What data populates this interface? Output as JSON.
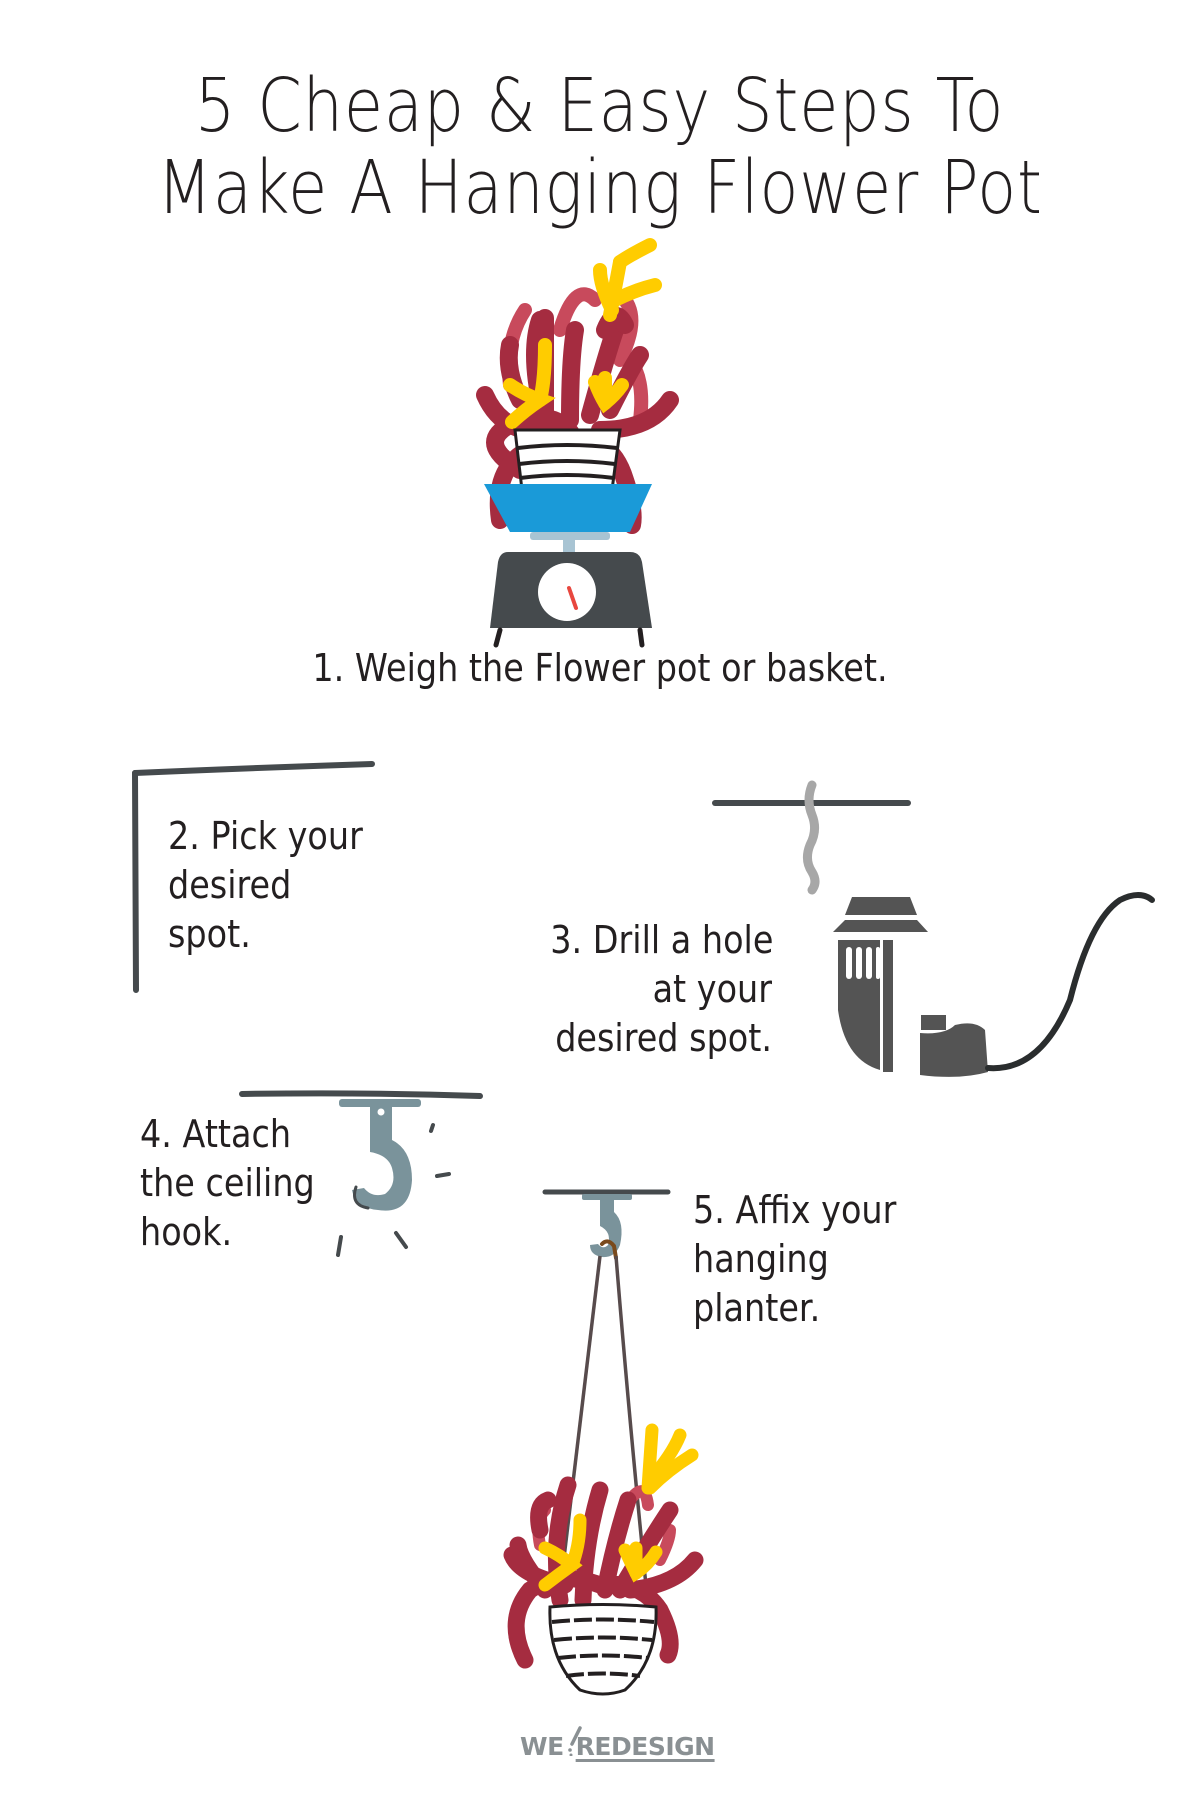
{
  "title": {
    "line1": "5 Cheap & Easy Steps To",
    "line2": "Make A Hanging Flower Pot"
  },
  "steps": [
    {
      "lines": [
        "1. Weigh the Flower pot or basket."
      ],
      "illustration": "kitchen-scale-with-potted-plant"
    },
    {
      "lines": [
        "2. Pick your",
        "desired",
        "spot."
      ],
      "illustration": "ceiling-corner"
    },
    {
      "lines": [
        "3. Drill a hole",
        "at your",
        "desired spot."
      ],
      "illustration": "power-drill"
    },
    {
      "lines": [
        "4. Attach",
        "the ceiling",
        "hook."
      ],
      "illustration": "ceiling-hook"
    },
    {
      "lines": [
        "5. Affix your",
        "hanging",
        "planter."
      ],
      "illustration": "hanging-planter"
    }
  ],
  "logo": {
    "part1": "WE",
    "part2": "REDESIGN"
  },
  "colors": {
    "text": "#231f20",
    "plant_red": "#a52c40",
    "plant_light_red": "#c84a5c",
    "flower_yellow": "#ffcc00",
    "scale_bowl": "#1a9ad8",
    "scale_body": "#454a4d",
    "hook": "#7a939b",
    "ceiling_line": "#454a4d",
    "drill": "#545454",
    "logo_gray": "#8a9093"
  }
}
